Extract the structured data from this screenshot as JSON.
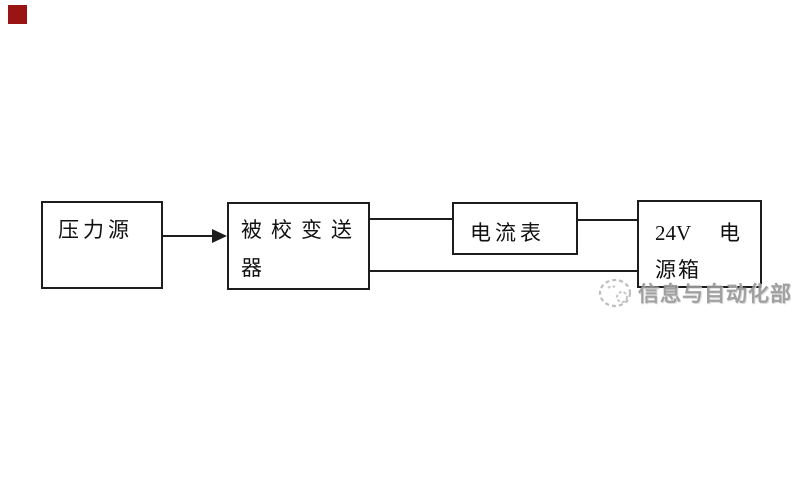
{
  "canvas": {
    "background": "#ffffff",
    "line_color": "#1d1d1d"
  },
  "corner_marker": {
    "name": "red-square",
    "color": "#9a1414"
  },
  "diagram": {
    "nodes": [
      {
        "id": "pressure-source",
        "label": "压力源"
      },
      {
        "id": "transmitter-under-test",
        "label": "被校变送器",
        "line1": "被校变送",
        "line2": "器"
      },
      {
        "id": "ammeter",
        "label": "电流表"
      },
      {
        "id": "power-box",
        "label": "24V 电源箱",
        "line1_left": "24V",
        "line1_right": "电",
        "line2": "源箱"
      }
    ],
    "connections": [
      {
        "from": "pressure-source",
        "to": "transmitter-under-test",
        "type": "arrow"
      },
      {
        "from": "transmitter-under-test",
        "to": "ammeter",
        "type": "line"
      },
      {
        "from": "ammeter",
        "to": "power-box",
        "type": "line"
      },
      {
        "from": "transmitter-under-test",
        "to": "power-box",
        "type": "line"
      }
    ]
  },
  "watermark": {
    "logo": "scribble-circle-logo",
    "text": "信息与自动化部",
    "color": "#979797"
  }
}
